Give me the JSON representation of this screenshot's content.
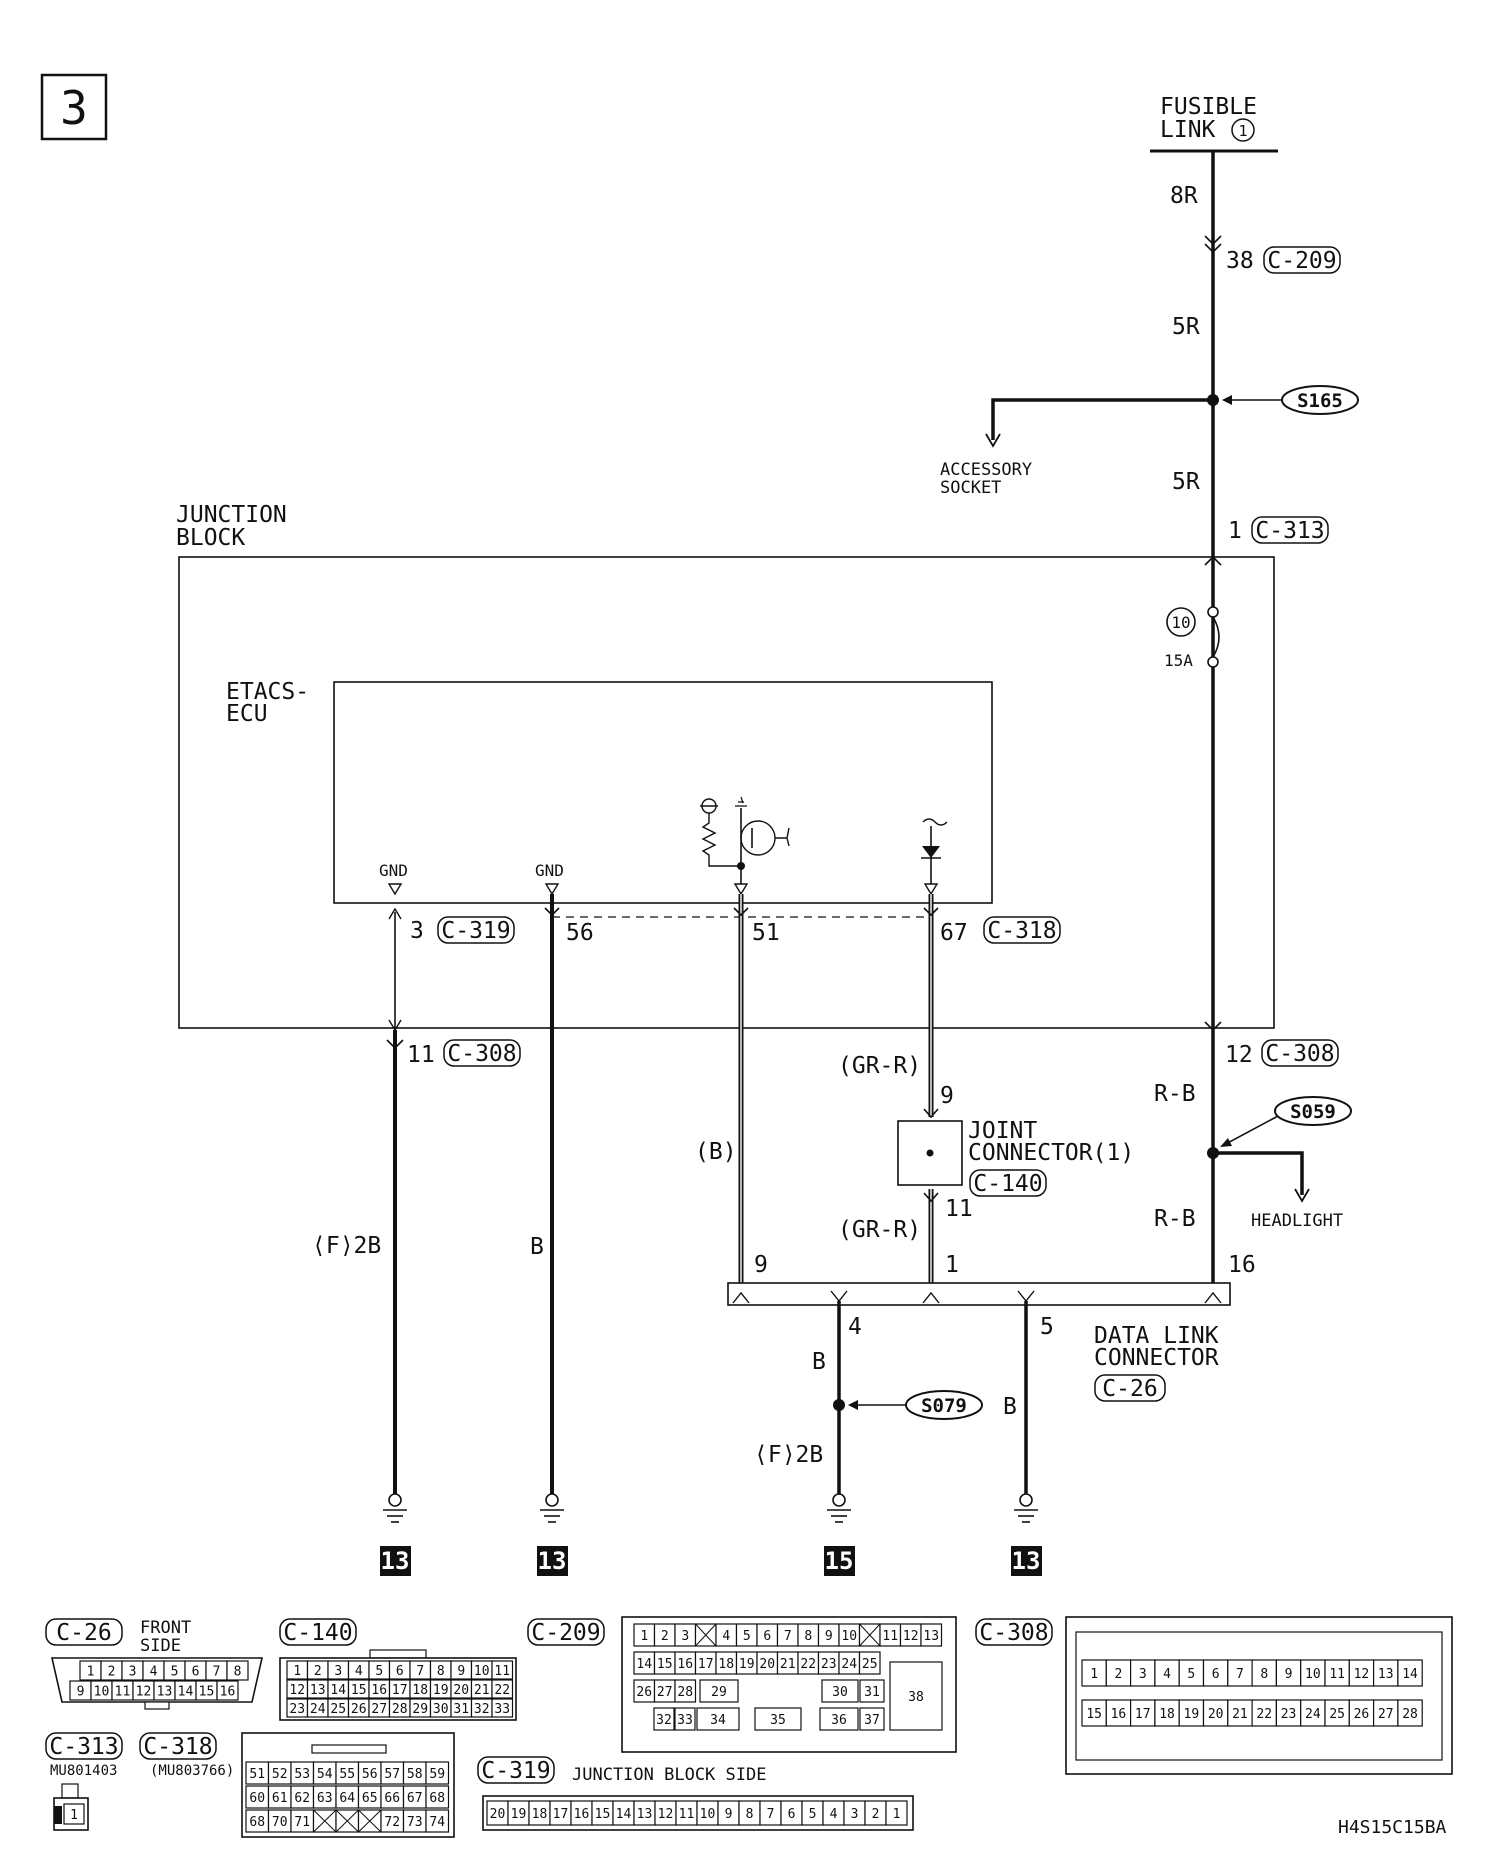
{
  "page_number": "3",
  "figure_code": "H4S15C15BA",
  "colors": {
    "line": "#111111",
    "background": "#ffffff"
  },
  "power": {
    "source_line1": "FUSIBLE",
    "source_line2": "LINK",
    "source_num": "1",
    "wire_top": "8R",
    "conn_209_pin": "38",
    "conn_209": "C-209",
    "wire_mid": "5R",
    "splice_s165": "S165",
    "accessory_line1": "ACCESSORY",
    "accessory_line2": "SOCKET",
    "wire_low": "5R",
    "conn_313_pin": "1",
    "conn_313": "C-313",
    "fuse_num": "10",
    "fuse_amp": "15A"
  },
  "junction_block": {
    "title_line1": "JUNCTION",
    "title_line2": "BLOCK",
    "ecu_line1": "ETACS-",
    "ecu_line2": "ECU",
    "gnd1": "GND",
    "gnd2": "GND",
    "pin_3": "3",
    "conn_319": "C-319",
    "pin_56": "56",
    "pin_51": "51",
    "pin_67": "67",
    "conn_318": "C-318",
    "pin_11": "11",
    "conn_308_a": "C-308",
    "pin_12": "12",
    "conn_308_b": "C-308"
  },
  "wires": {
    "gr_r_top": "(GR-R)",
    "gr_r_bottom": "(GR-R)",
    "b_paren": "(B)",
    "f2b_left": "⟨F⟩2B",
    "b_plain": "B",
    "r_b_top": "R-B",
    "r_b_bottom": "R-B",
    "b_pin4": "B",
    "f2b_low": "⟨F⟩2B",
    "b_pin5": "B"
  },
  "joint_connector": {
    "line1": "JOINT",
    "line2": "CONNECTOR(1)",
    "conn": "C-140",
    "pin_in": "9",
    "pin_out": "11"
  },
  "splices": {
    "s059": "S059",
    "headlight": "HEADLIGHT",
    "s079": "S079"
  },
  "data_link": {
    "line1": "DATA LINK",
    "line2": "CONNECTOR",
    "conn": "C-26",
    "pin_9": "9",
    "pin_1": "1",
    "pin_16": "16",
    "pin_4": "4",
    "pin_5": "5"
  },
  "grounds": {
    "g1": "13",
    "g2": "13",
    "g3": "15",
    "g4": "13"
  },
  "connector_views": {
    "c26": {
      "label": "C-26",
      "note_line1": "FRONT",
      "note_line2": "SIDE",
      "row1": [
        "1",
        "2",
        "3",
        "4",
        "5",
        "6",
        "7",
        "8"
      ],
      "row2": [
        "9",
        "10",
        "11",
        "12",
        "13",
        "14",
        "15",
        "16"
      ]
    },
    "c140": {
      "label": "C-140",
      "row1": [
        "1",
        "2",
        "3",
        "4",
        "5",
        "6",
        "7",
        "8",
        "9",
        "10",
        "11"
      ],
      "row2": [
        "12",
        "13",
        "14",
        "15",
        "16",
        "17",
        "18",
        "19",
        "20",
        "21",
        "22"
      ],
      "row3": [
        "23",
        "24",
        "25",
        "26",
        "27",
        "28",
        "29",
        "30",
        "31",
        "32",
        "33"
      ]
    },
    "c209": {
      "label": "C-209",
      "row1": [
        "1",
        "2",
        "3",
        "",
        "4",
        "5",
        "6",
        "7",
        "8",
        "9",
        "10",
        "",
        "11",
        "12",
        "13"
      ],
      "row2": [
        "14",
        "15",
        "16",
        "17",
        "18",
        "19",
        "20",
        "21",
        "22",
        "23",
        "24",
        "25"
      ],
      "row3": [
        "26",
        "27",
        "28",
        "29",
        "30",
        "31"
      ],
      "row4": [
        "32",
        "33",
        "34",
        "35",
        "36",
        "37"
      ],
      "big": "38"
    },
    "c308": {
      "label": "C-308",
      "row1": [
        "1",
        "2",
        "3",
        "4",
        "5",
        "6",
        "7",
        "8",
        "9",
        "10",
        "11",
        "12",
        "13",
        "14"
      ],
      "row2": [
        "15",
        "16",
        "17",
        "18",
        "19",
        "20",
        "21",
        "22",
        "23",
        "24",
        "25",
        "26",
        "27",
        "28"
      ]
    },
    "c313": {
      "label": "C-313",
      "part": "MU801403",
      "pin": "1"
    },
    "c318": {
      "label": "C-318",
      "part": "(MU803766)",
      "row1": [
        "51",
        "52",
        "53",
        "54",
        "55",
        "56",
        "57",
        "58",
        "59"
      ],
      "row2": [
        "60",
        "61",
        "62",
        "63",
        "64",
        "65",
        "66",
        "67",
        "68"
      ],
      "row3": [
        "68",
        "70",
        "71",
        "",
        "",
        "",
        "72",
        "73",
        "74"
      ]
    },
    "c319": {
      "label": "C-319",
      "note": "JUNCTION BLOCK SIDE",
      "row": [
        "20",
        "19",
        "18",
        "17",
        "16",
        "15",
        "14",
        "13",
        "12",
        "11",
        "10",
        "9",
        "8",
        "7",
        "6",
        "5",
        "4",
        "3",
        "2",
        "1"
      ]
    }
  }
}
